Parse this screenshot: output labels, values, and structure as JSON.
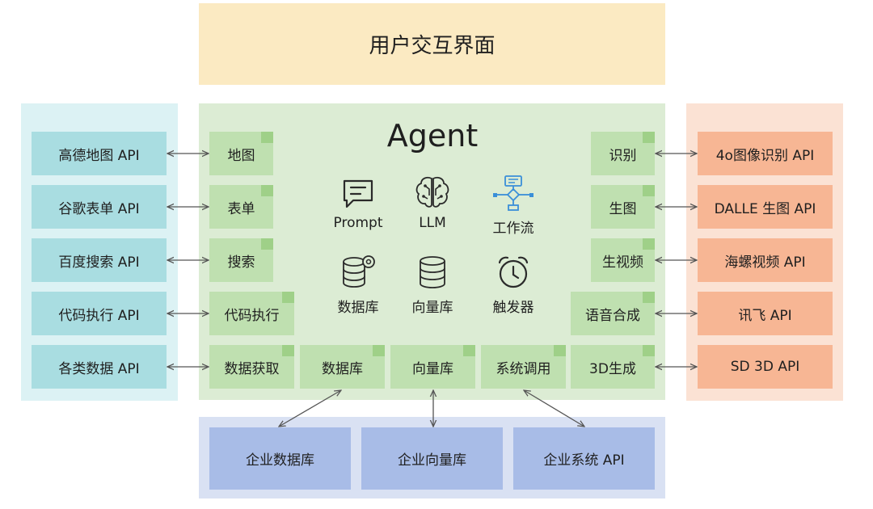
{
  "top": {
    "title": "用户交互界面"
  },
  "agent": {
    "title": "Agent",
    "tools": [
      {
        "label": "Prompt",
        "icon": "chat-bubble-icon"
      },
      {
        "label": "LLM",
        "icon": "brain-icon"
      },
      {
        "label": "工作流",
        "icon": "workflow-icon"
      },
      {
        "label": "数据库",
        "icon": "database-gear-icon"
      },
      {
        "label": "向量库",
        "icon": "vector-db-icon"
      },
      {
        "label": "触发器",
        "icon": "alarm-clock-icon"
      }
    ]
  },
  "left_modules": [
    "地图",
    "表单",
    "搜索",
    "代码执行",
    "数据获取"
  ],
  "left_apis": [
    "高德地图 API",
    "谷歌表单 API",
    "百度搜索 API",
    "代码执行 API",
    "各类数据 API"
  ],
  "bottom_modules": [
    "数据库",
    "向量库",
    "系统调用"
  ],
  "right_modules": [
    "识别",
    "生图",
    "生视频",
    "语音合成",
    "3D生成"
  ],
  "right_apis": [
    "4o图像识别 API",
    "DALLE 生图 API",
    "海螺视频 API",
    "讯飞 API",
    "SD 3D API"
  ],
  "enterprise": [
    "企业数据库",
    "企业向量库",
    "企业系统 API"
  ],
  "colors": {
    "ui_panel": "#fbeac2",
    "agent_panel": "#dcecd4",
    "left_panel": "#dcf2f4",
    "right_panel": "#fbe2d4",
    "bottom_panel": "#d9e1f3",
    "module": "#bfe0b0",
    "left_api": "#a9dde1",
    "right_api": "#f7b694",
    "enterprise": "#a8bce7"
  }
}
